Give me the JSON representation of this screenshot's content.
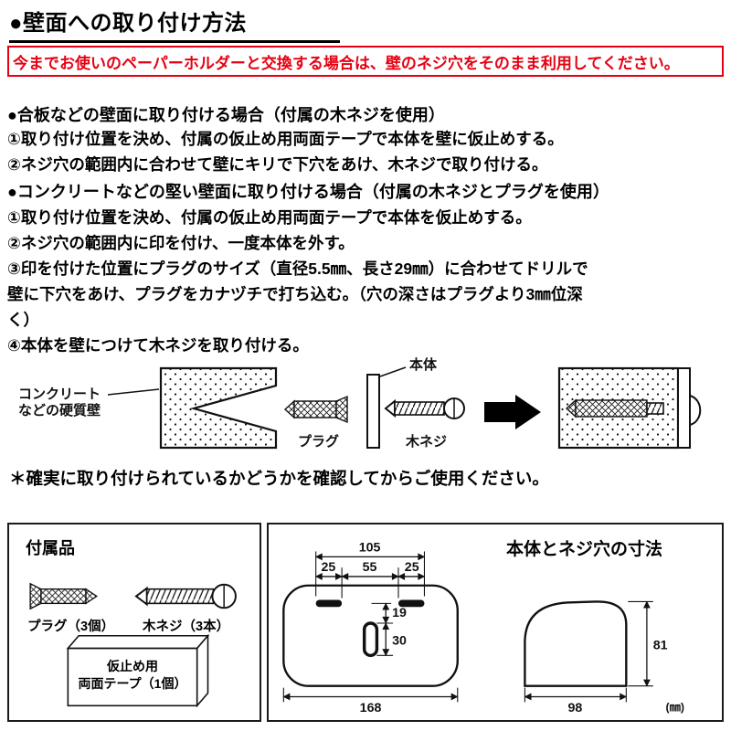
{
  "colors": {
    "warning_red": "#e60012",
    "ink": "#111111"
  },
  "doc": {
    "title": "●壁面への取り付け方法",
    "warning": "今までお使いのペーパーホルダーと交換する場合は、壁のネジ穴をそのまま利用してください。",
    "section_plywood": {
      "heading": "●合板などの壁面に取り付ける場合（付属の木ネジを使用）",
      "steps": [
        "①取り付け位置を決め、付属の仮止め用両面テープで本体を壁に仮止めする。",
        "②ネジ穴の範囲内に合わせて壁にキリで下穴をあけ、木ネジで取り付ける。"
      ]
    },
    "section_concrete": {
      "heading": "●コンクリートなどの堅い壁面に取り付ける場合（付属の木ネジとプラグを使用）",
      "steps": [
        "①取り付け位置を決め、付属の仮止め用両面テープで本体を仮止めする。",
        "②ネジ穴の範囲内に印を付け、一度本体を外す。",
        "③印を付けた位置にプラグのサイズ（直径5.5㎜、長さ29㎜）に合わせてドリルで壁に下穴をあけ、プラグをカナヅチで打ち込む。（穴の深さはプラグより3㎜位深く）",
        "④本体を壁につけて木ネジを取り付ける。"
      ]
    },
    "diagram": {
      "wall_label_line1": "コンクリート",
      "wall_label_line2": "などの硬質壁",
      "plug_label": "プラグ",
      "body_label": "本体",
      "screw_label": "木ネジ"
    },
    "note": "＊確実に取り付けられているかどうかを確認してからご使用ください。",
    "accessories": {
      "title": "付属品",
      "plug_label": "プラグ（3個）",
      "screw_label": "木ネジ（3本）",
      "tape_label_line1": "仮止め用",
      "tape_label_line2": "両面テープ（1個）"
    },
    "dimensions": {
      "title": "本体とネジ穴の寸法",
      "slot_span": "105",
      "slot_left": "25",
      "slot_center": "55",
      "slot_right": "25",
      "hole_offset": "19",
      "hole_height": "30",
      "front_total_width": "168",
      "side_width": "98",
      "side_height": "81",
      "unit": "(㎜)"
    }
  }
}
